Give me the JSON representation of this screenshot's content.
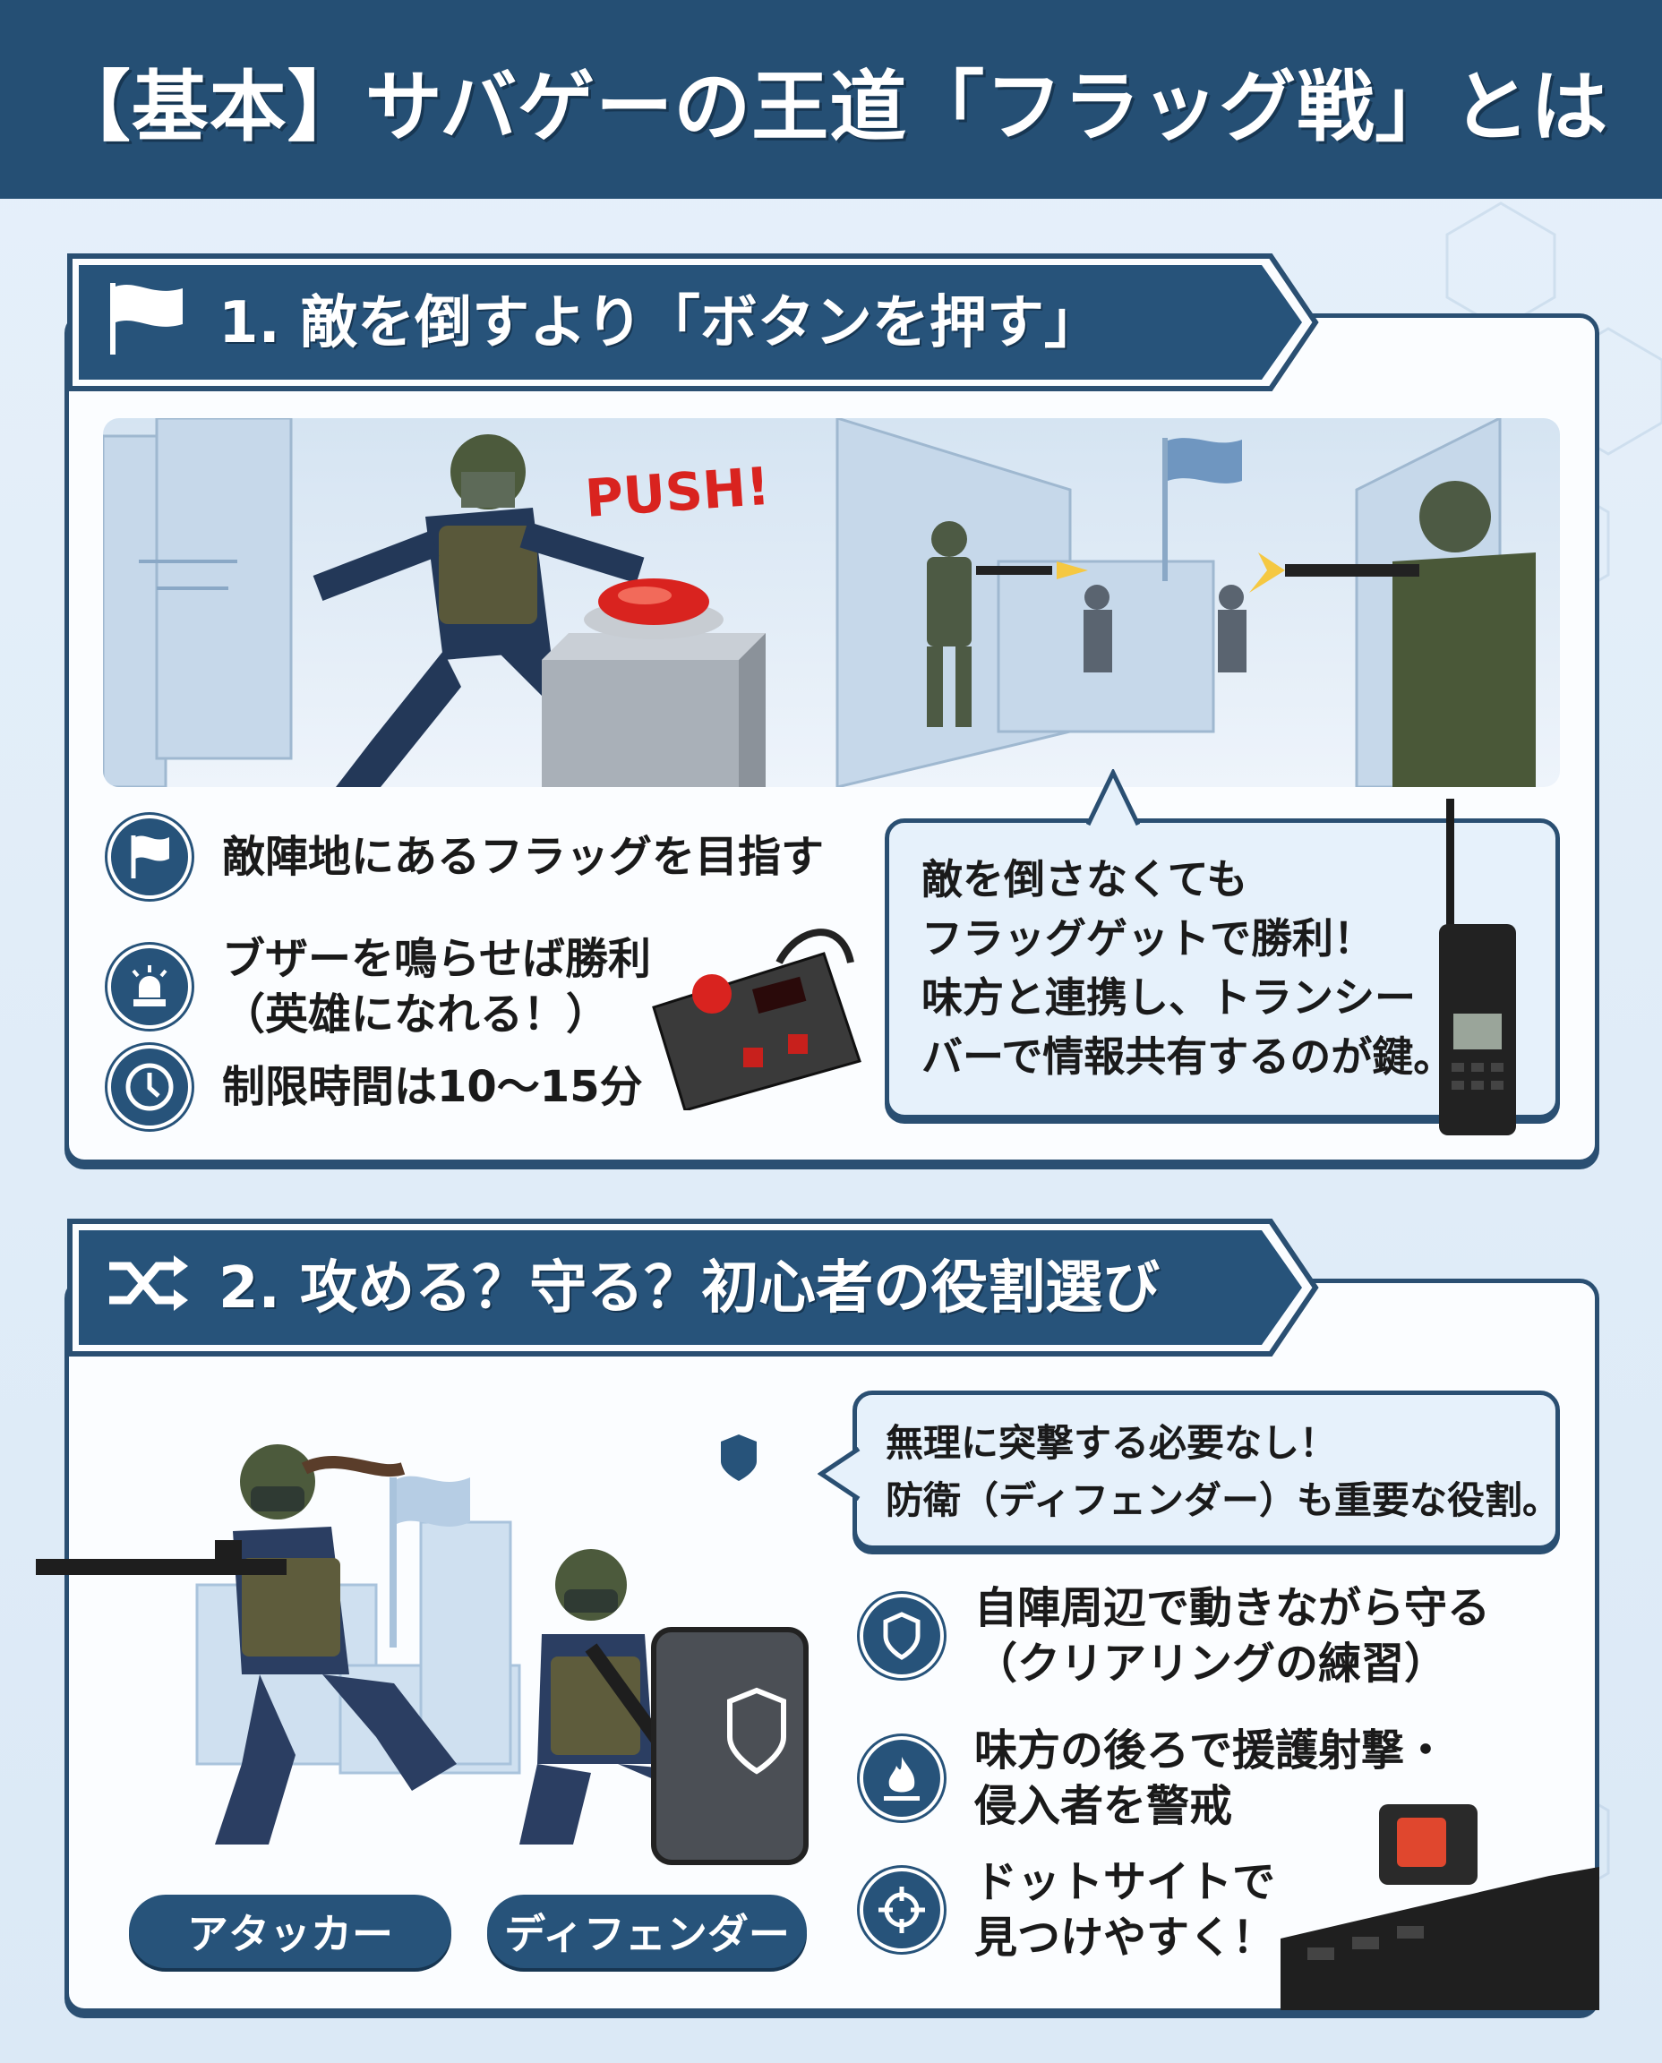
{
  "header": {
    "title": "【基本】サバゲーの王道「フラッグ戦」とは"
  },
  "section1": {
    "title": "1. 敵を倒すより「ボタンを押す」",
    "title_icon": "flag-icon",
    "illustration": {
      "push_label": "PUSH!"
    },
    "bullets": [
      {
        "icon": "flag-icon",
        "lines": [
          "敵陣地にあるフラッグを目指す"
        ]
      },
      {
        "icon": "siren-icon",
        "lines": [
          "ブザーを鳴らせば勝利",
          "（英雄になれる！）"
        ]
      },
      {
        "icon": "clock-icon",
        "lines": [
          "制限時間は10〜15分"
        ]
      }
    ],
    "callout": {
      "lines": [
        "敵を倒さなくても",
        "フラッグゲットで勝利！",
        "味方と連携し、トランシー",
        "バーで情報共有するのが鍵。"
      ]
    }
  },
  "section2": {
    "title": "2. 攻める？守る？初心者の役割選び",
    "title_icon": "shuffle-icon",
    "callout": {
      "lines": [
        "無理に突撃する必要なし！",
        "防衛（ディフェンダー）も重要な役割。"
      ]
    },
    "bullets": [
      {
        "icon": "shield-icon",
        "lines": [
          "自陣周辺で動きながら守る",
          "（クリアリングの練習）"
        ]
      },
      {
        "icon": "fire-icon",
        "lines": [
          "味方の後ろで援護射撃・",
          "侵入者を警戒"
        ]
      },
      {
        "icon": "crosshair-icon",
        "lines": [
          "ドットサイトで",
          "見つけやすく！"
        ]
      }
    ],
    "roles": [
      {
        "label": "アタッカー"
      },
      {
        "label": "ディフェンダー"
      }
    ]
  },
  "colors": {
    "navy": "#254f74",
    "background": "#e3eef8",
    "accent_red": "#d9231f"
  }
}
